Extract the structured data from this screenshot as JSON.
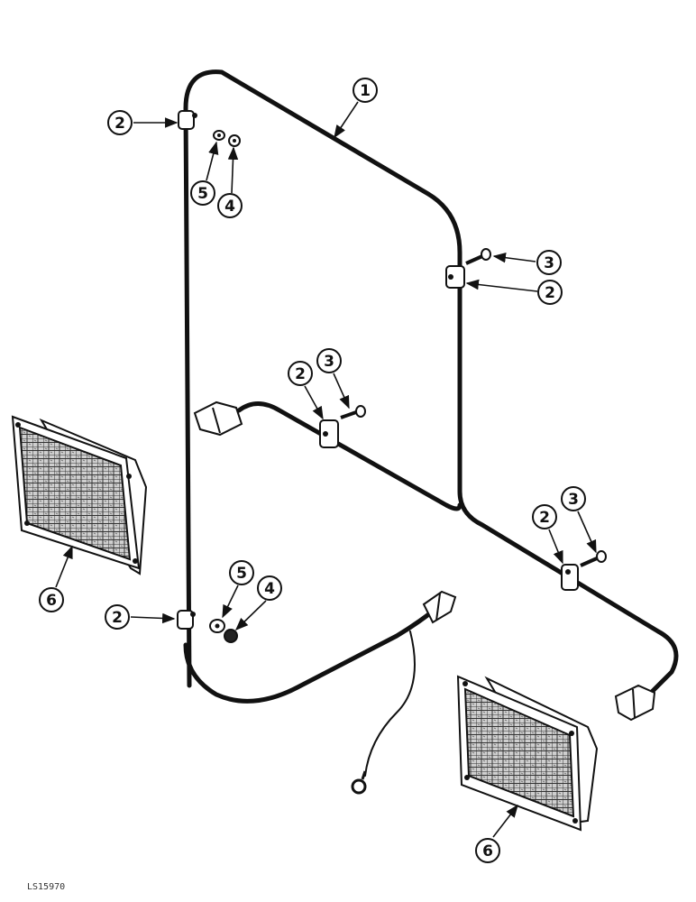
{
  "callouts": [
    {
      "id": "c1",
      "label": "1"
    },
    {
      "id": "c2a",
      "label": "2"
    },
    {
      "id": "c5a",
      "label": "5"
    },
    {
      "id": "c4a",
      "label": "4"
    },
    {
      "id": "c3a",
      "label": "3"
    },
    {
      "id": "c2b",
      "label": "2"
    },
    {
      "id": "c2c",
      "label": "2"
    },
    {
      "id": "c3b",
      "label": "3"
    },
    {
      "id": "c2d",
      "label": "2"
    },
    {
      "id": "c3c",
      "label": "3"
    },
    {
      "id": "c6a",
      "label": "6"
    },
    {
      "id": "c5b",
      "label": "5"
    },
    {
      "id": "c4b",
      "label": "4"
    },
    {
      "id": "c2e",
      "label": "2"
    },
    {
      "id": "c6b",
      "label": "6"
    }
  ],
  "figure_code": "LS15970"
}
